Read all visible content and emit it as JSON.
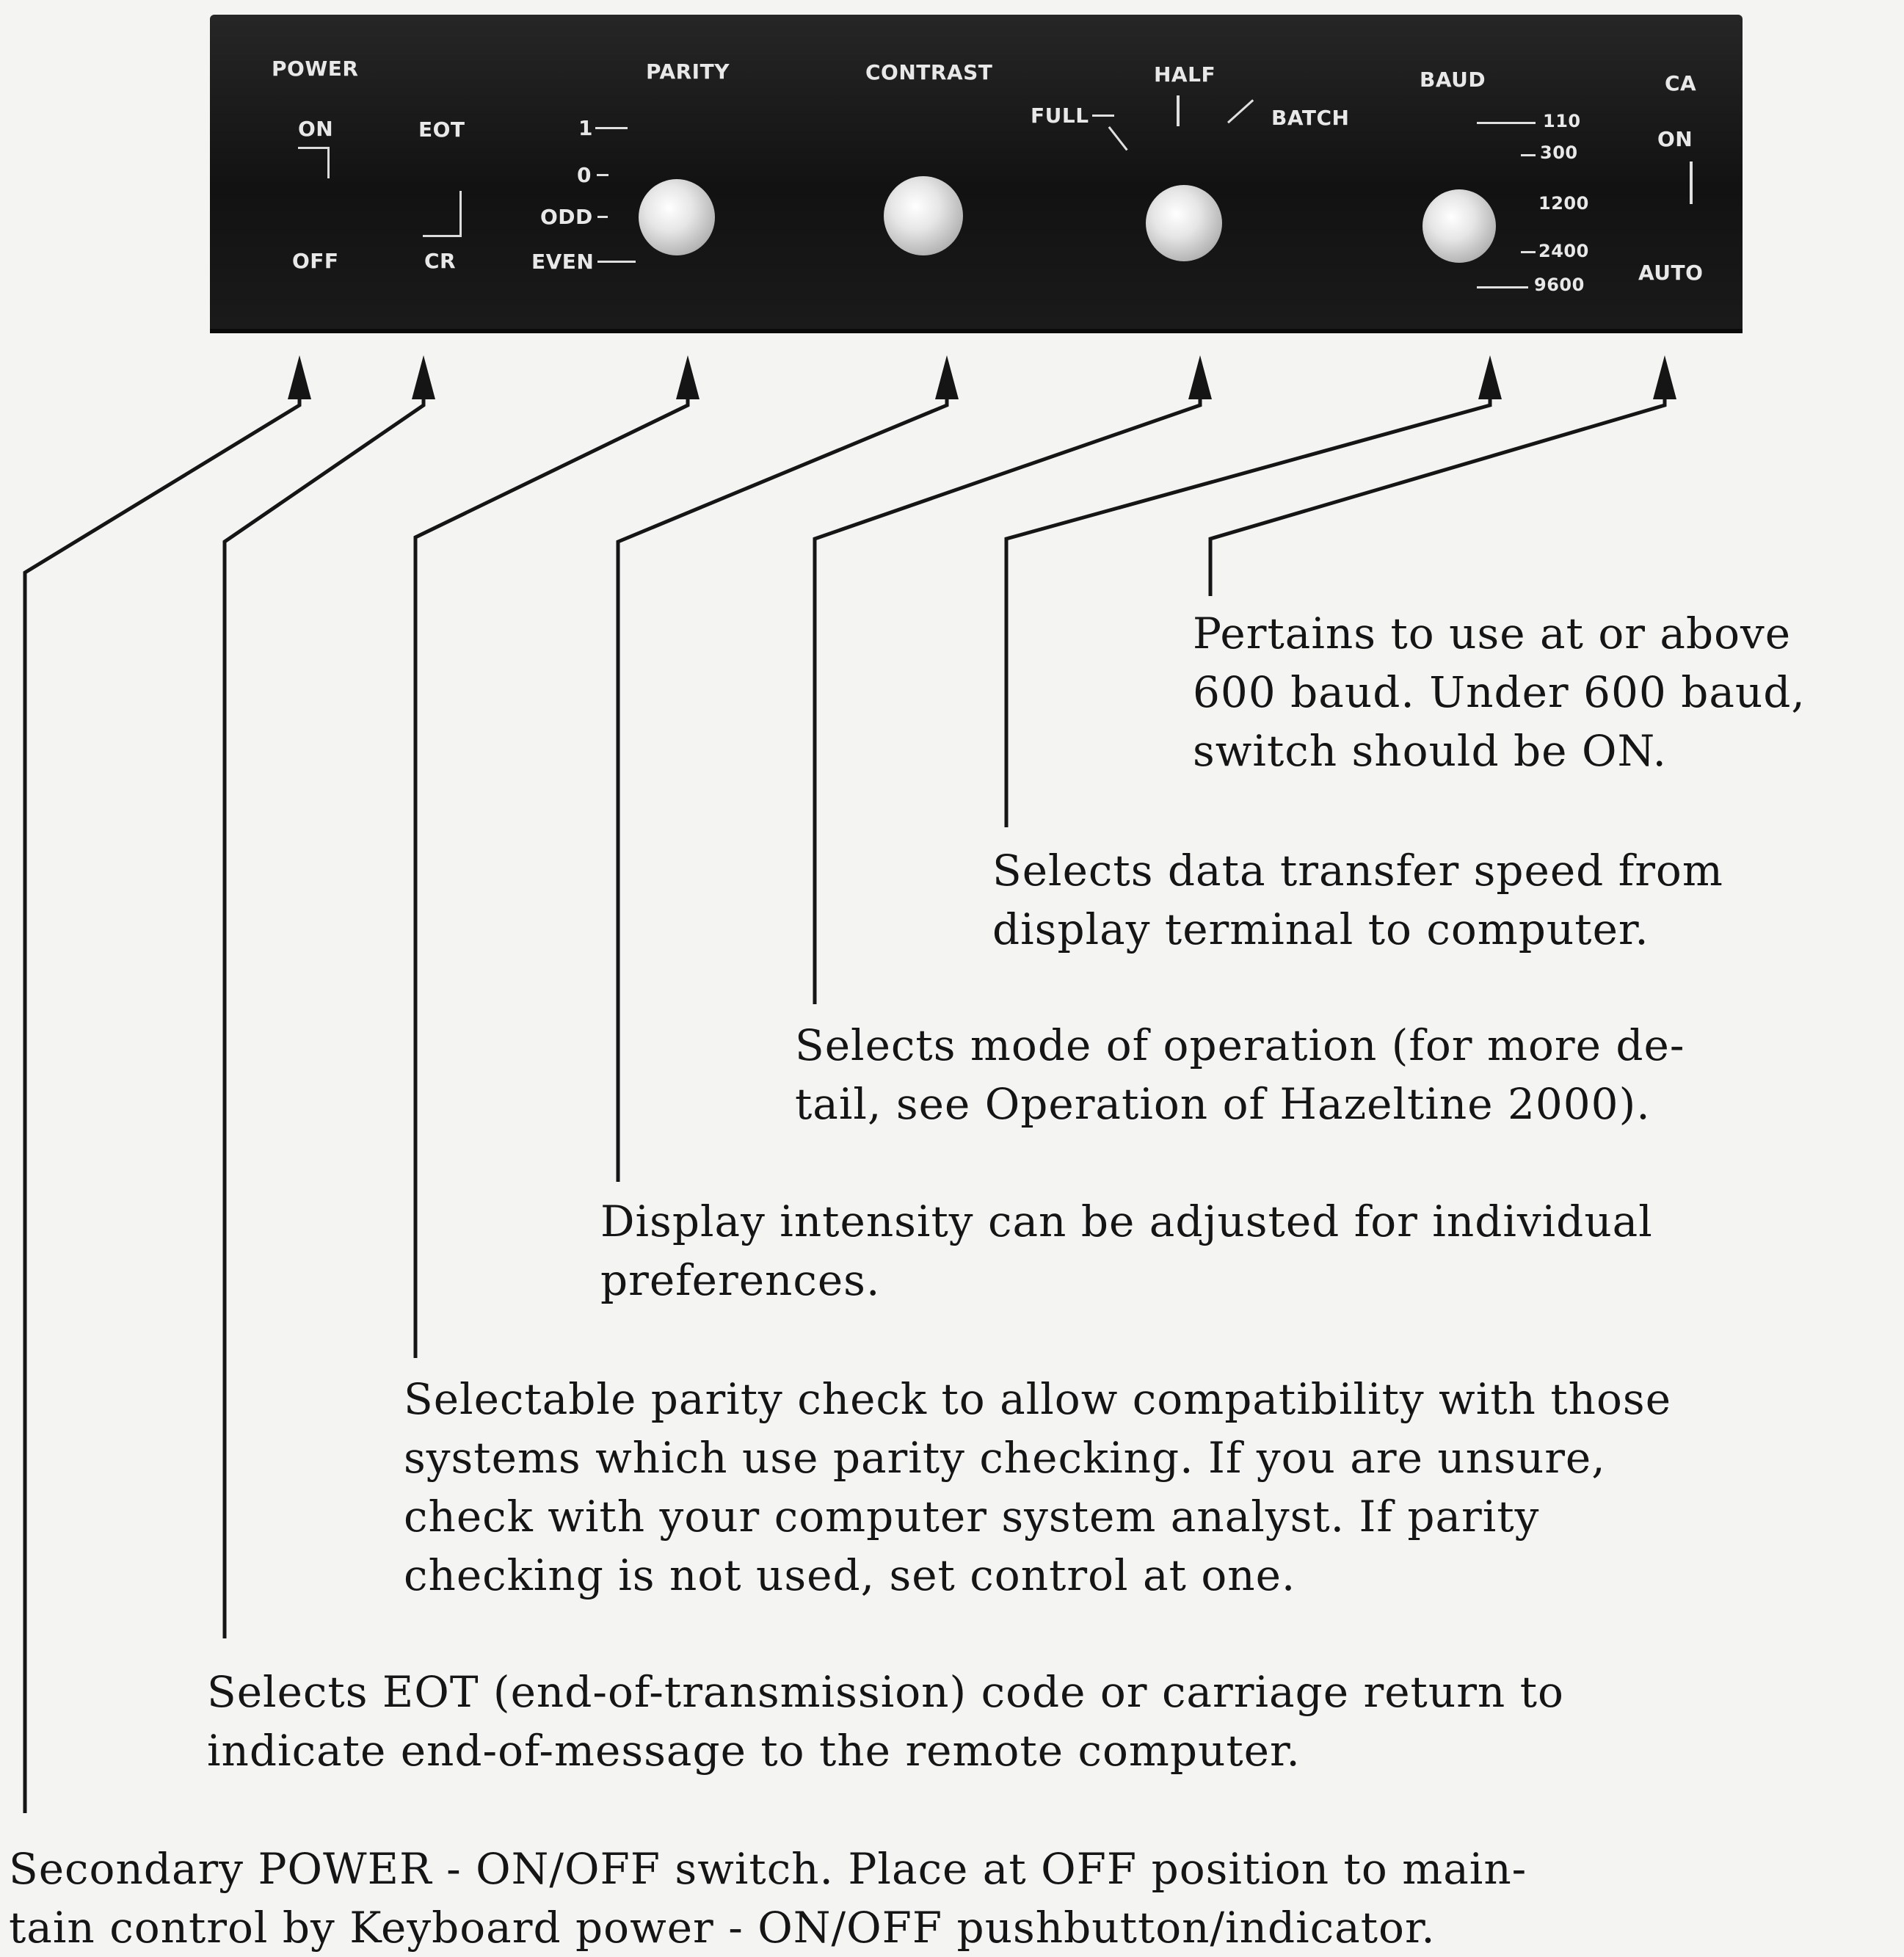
{
  "panel": {
    "power": {
      "title": "POWER",
      "on": "ON",
      "off": "OFF"
    },
    "eot": {
      "top": "EOT",
      "bottom": "CR"
    },
    "parity": {
      "title": "PARITY",
      "options": [
        "1",
        "0",
        "ODD",
        "EVEN"
      ]
    },
    "contrast": {
      "title": "CONTRAST"
    },
    "mode": {
      "half": "HALF",
      "full": "FULL",
      "batch": "BATCH"
    },
    "baud": {
      "title": "BAUD",
      "rates": [
        "110",
        "300",
        "1200",
        "2400",
        "9600"
      ]
    },
    "ca": {
      "title": "CA",
      "on": "ON",
      "auto": "AUTO"
    }
  },
  "descriptions": {
    "ca": [
      "Pertains to use at or above",
      "600 baud.  Under 600 baud,",
      "switch should be ON."
    ],
    "baud": [
      "Selects data transfer speed from",
      "display terminal to computer."
    ],
    "mode": [
      "Selects mode of operation (for more de-",
      "tail,  see Operation of Hazeltine 2000)."
    ],
    "contrast": [
      "Display intensity can be adjusted for individual",
      "preferences."
    ],
    "parity": [
      "Selectable parity check to allow compatibility with those",
      "systems which use parity checking.  If you are unsure,",
      "check with your computer system analyst.  If parity",
      "checking is not used,  set control at one."
    ],
    "eot": [
      "Selects EOT (end-of-transmission) code or carriage return to",
      "indicate end-of-message to the remote computer."
    ],
    "power": [
      "Secondary POWER - ON/OFF switch.  Place at OFF position to main-",
      "tain control by Keyboard power - ON/OFF pushbutton/indicator."
    ]
  }
}
